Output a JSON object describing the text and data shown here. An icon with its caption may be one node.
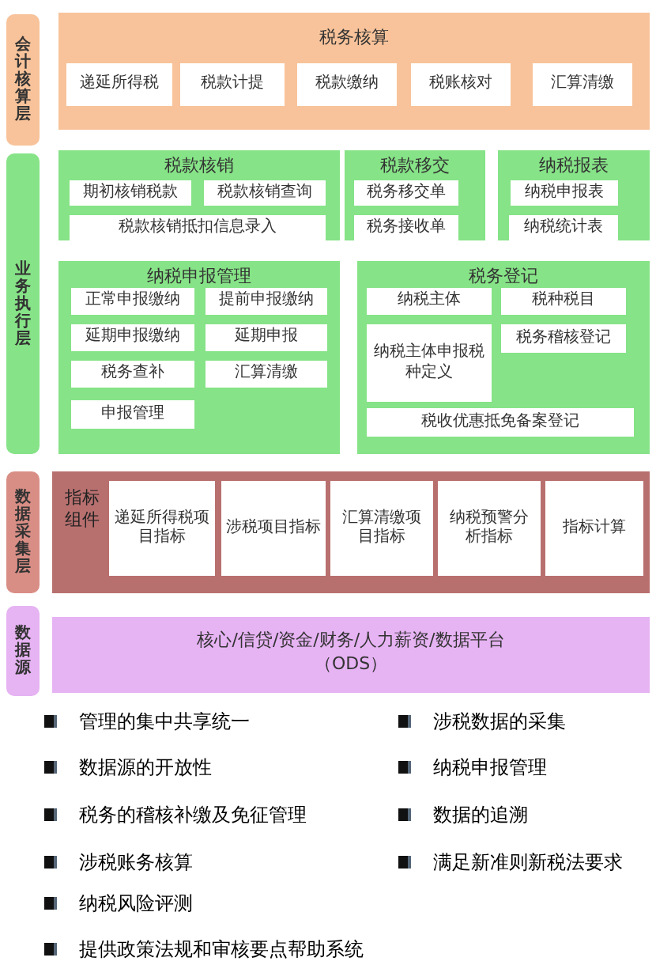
{
  "diagram": {
    "nodes": [
      {
        "text": [
          "会计核算层"
        ]
      },
      {
        "text": [
          "税务核算"
        ]
      },
      {
        "text": [
          "递延所得税"
        ],
        "in": 1
      },
      {
        "text": [
          "税款计提"
        ],
        "in": 1
      },
      {
        "text": [
          "税款缴纳"
        ],
        "in": 1
      },
      {
        "text": [
          "税账核对"
        ],
        "in": 1
      },
      {
        "text": [
          "汇算清缴"
        ],
        "in": 1
      },
      {
        "text": [
          "业务执行层"
        ]
      },
      {
        "text": [
          "税款核销"
        ]
      },
      {
        "text": [
          "期初核销税款"
        ],
        "in": 8
      },
      {
        "text": [
          "税款核销查询"
        ],
        "in": 8
      },
      {
        "text": [
          "税款核销抵扣信息录入"
        ],
        "in": 8
      },
      {
        "text": [
          "税款移交"
        ]
      },
      {
        "text": [
          "税务移交单"
        ],
        "in": 12
      },
      {
        "text": [
          "税务接收单"
        ],
        "in": 12
      },
      {
        "text": [
          "纳税报表"
        ]
      },
      {
        "text": [
          "纳税申报表"
        ],
        "in": 15
      },
      {
        "text": [
          "纳税统计表"
        ],
        "in": 15
      },
      {
        "text": [
          "纳税申报管理"
        ]
      },
      {
        "text": [
          "正常申报缴纳"
        ],
        "in": 18
      },
      {
        "text": [
          "提前申报缴纳"
        ],
        "in": 18
      },
      {
        "text": [
          "延期申报缴纳"
        ],
        "in": 18
      },
      {
        "text": [
          "延期申报"
        ],
        "in": 18
      },
      {
        "text": [
          "税务查补"
        ],
        "in": 18
      },
      {
        "text": [
          "汇算清缴"
        ],
        "in": 18
      },
      {
        "text": [
          "申报管理"
        ],
        "in": 18
      },
      {
        "text": [
          "税务登记"
        ]
      },
      {
        "text": [
          "纳税主体"
        ],
        "in": 26
      },
      {
        "text": [
          "税种税目"
        ],
        "in": 26
      },
      {
        "text": [
          "纳税主体申报税种定义"
        ],
        "in": 26
      },
      {
        "text": [
          "税务稽核登记"
        ],
        "in": 26
      },
      {
        "text": [
          "税收优惠抵免备案登记"
        ],
        "in": 26
      },
      {
        "text": [
          "数据采集层"
        ]
      },
      {
        "text": [
          "指标组件"
        ]
      },
      {
        "text": [
          "递延所得税项目指标"
        ],
        "in": 33
      },
      {
        "text": [
          "涉税项目指标"
        ],
        "in": 33
      },
      {
        "text": [
          "汇算清缴项目指标"
        ],
        "in": 33
      },
      {
        "text": [
          "纳税预警分析指标"
        ],
        "in": 33
      },
      {
        "text": [
          "指标计算"
        ],
        "in": 33
      },
      {
        "text": [
          "数据源"
        ]
      },
      {
        "text": [
          "核心/信贷/资金/财务/人力薪资/数据平台（ODS）"
        ]
      }
    ],
    "edges": [],
    "labels": [
      "管理的集中共享统一",
      "涉税数据的采集",
      "数据源的开放性",
      "纳税申报管理",
      "税务的稽核补缴及免征管理",
      "数据的追溯",
      "涉税账务核算",
      "满足新准则新税法要求",
      "纳税风险评测",
      "提供政策法规和审核要点帮助系统"
    ]
  }
}
